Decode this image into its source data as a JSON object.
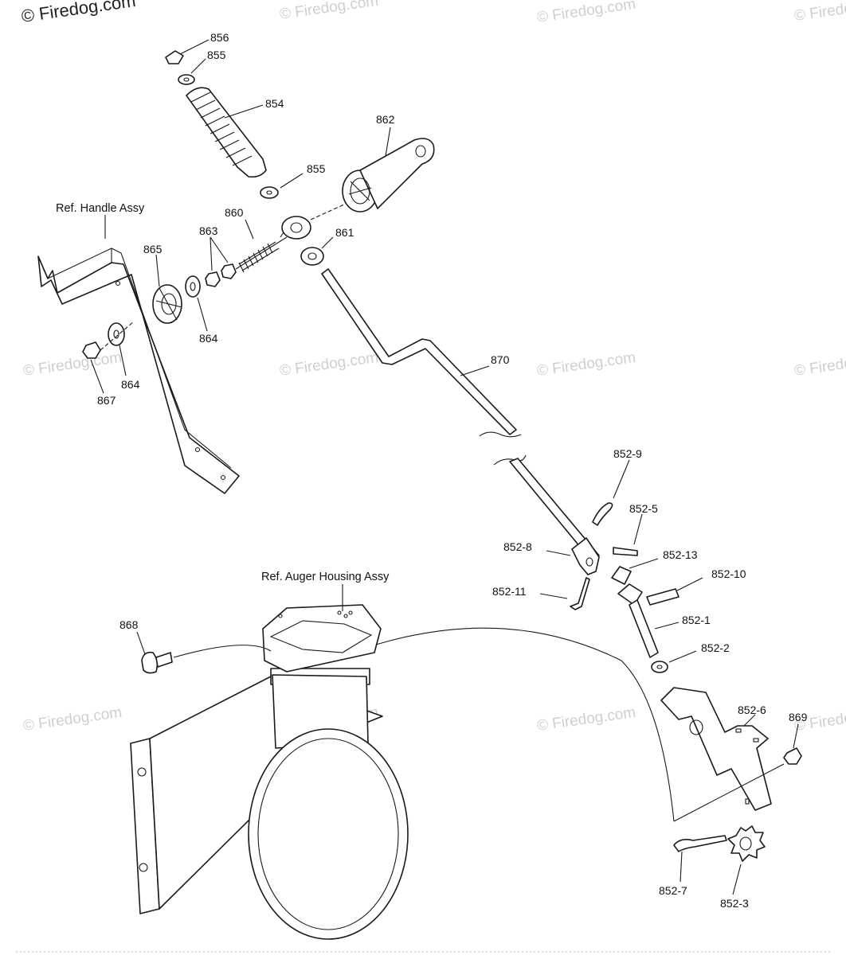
{
  "watermark": {
    "text": "© Firedog.com",
    "color": "#cfcfcf"
  },
  "references": {
    "handle_assy": "Ref. Handle Assy",
    "auger_housing_assy": "Ref. Auger Housing Assy"
  },
  "part_labels": [
    {
      "id": "856",
      "text": "856"
    },
    {
      "id": "855-top",
      "text": "855"
    },
    {
      "id": "854",
      "text": "854"
    },
    {
      "id": "862",
      "text": "862"
    },
    {
      "id": "855-mid",
      "text": "855"
    },
    {
      "id": "860",
      "text": "860"
    },
    {
      "id": "861",
      "text": "861"
    },
    {
      "id": "863",
      "text": "863"
    },
    {
      "id": "865",
      "text": "865"
    },
    {
      "id": "864-upper",
      "text": "864"
    },
    {
      "id": "864-lower",
      "text": "864"
    },
    {
      "id": "867",
      "text": "867"
    },
    {
      "id": "870",
      "text": "870"
    },
    {
      "id": "852-9",
      "text": "852-9"
    },
    {
      "id": "852-5",
      "text": "852-5"
    },
    {
      "id": "852-8",
      "text": "852-8"
    },
    {
      "id": "852-13",
      "text": "852-13"
    },
    {
      "id": "852-10",
      "text": "852-10"
    },
    {
      "id": "852-11",
      "text": "852-11"
    },
    {
      "id": "852-1",
      "text": "852-1"
    },
    {
      "id": "852-2",
      "text": "852-2"
    },
    {
      "id": "868",
      "text": "868"
    },
    {
      "id": "852-6",
      "text": "852-6"
    },
    {
      "id": "869",
      "text": "869"
    },
    {
      "id": "852-7",
      "text": "852-7"
    },
    {
      "id": "852-3",
      "text": "852-3"
    }
  ]
}
